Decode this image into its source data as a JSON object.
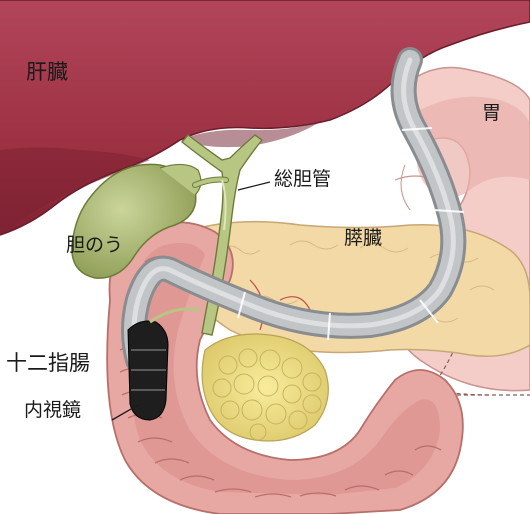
{
  "labels": {
    "liver": "肝臓",
    "stomach": "胃",
    "common_bile_duct": "総胆管",
    "pancreas": "膵臓",
    "gallbladder": "胆のう",
    "duodenum": "十二指腸",
    "endoscope": "内視鏡"
  },
  "colors": {
    "liver": "#a8394a",
    "liver_shadow": "#7e2233",
    "gallbladder": "#a9b870",
    "bile_duct": "#b8c684",
    "pancreas": "#f3d9a6",
    "pancreas_lobule": "#ead09a",
    "duodenum": "#e7a8a4",
    "duodenum_inner": "#d98a86",
    "stomach": "#f2c3bf",
    "endoscope_tube": "#b9bcbf",
    "endoscope_tip": "#222222",
    "fat": "#efe08a",
    "outline": "#6d4a44"
  }
}
